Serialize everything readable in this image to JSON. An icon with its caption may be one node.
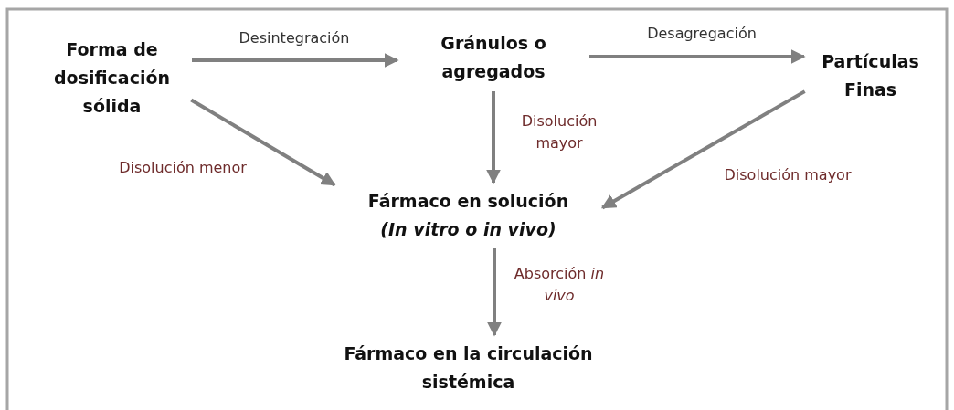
{
  "diagram": {
    "nodes": [
      {
        "text": [
          "Forma de dosificación sólida"
        ]
      },
      {
        "text": [
          "Gránulos o agregados"
        ]
      },
      {
        "text": [
          "Partículas Finas"
        ]
      },
      {
        "text": [
          "Fármaco en solución",
          "(In vitro o in vivo)"
        ]
      },
      {
        "text": [
          "Fármaco en la circulación sistémica"
        ]
      }
    ],
    "edges": [
      {
        "from": 0,
        "to": 1,
        "arrow": "to",
        "label": "Desintegración"
      },
      {
        "from": 1,
        "to": 2,
        "arrow": "to",
        "label": "Desagregación"
      },
      {
        "from": 1,
        "to": 3,
        "arrow": "to",
        "label": "Disolución mayor"
      },
      {
        "from": 0,
        "to": 3,
        "arrow": "to",
        "label": "Disolución menor"
      },
      {
        "from": 2,
        "to": 3,
        "arrow": "to",
        "label": "Disolución mayor"
      },
      {
        "from": 3,
        "to": 4,
        "arrow": "to",
        "label": "Absorción *in vivo*"
      }
    ]
  }
}
